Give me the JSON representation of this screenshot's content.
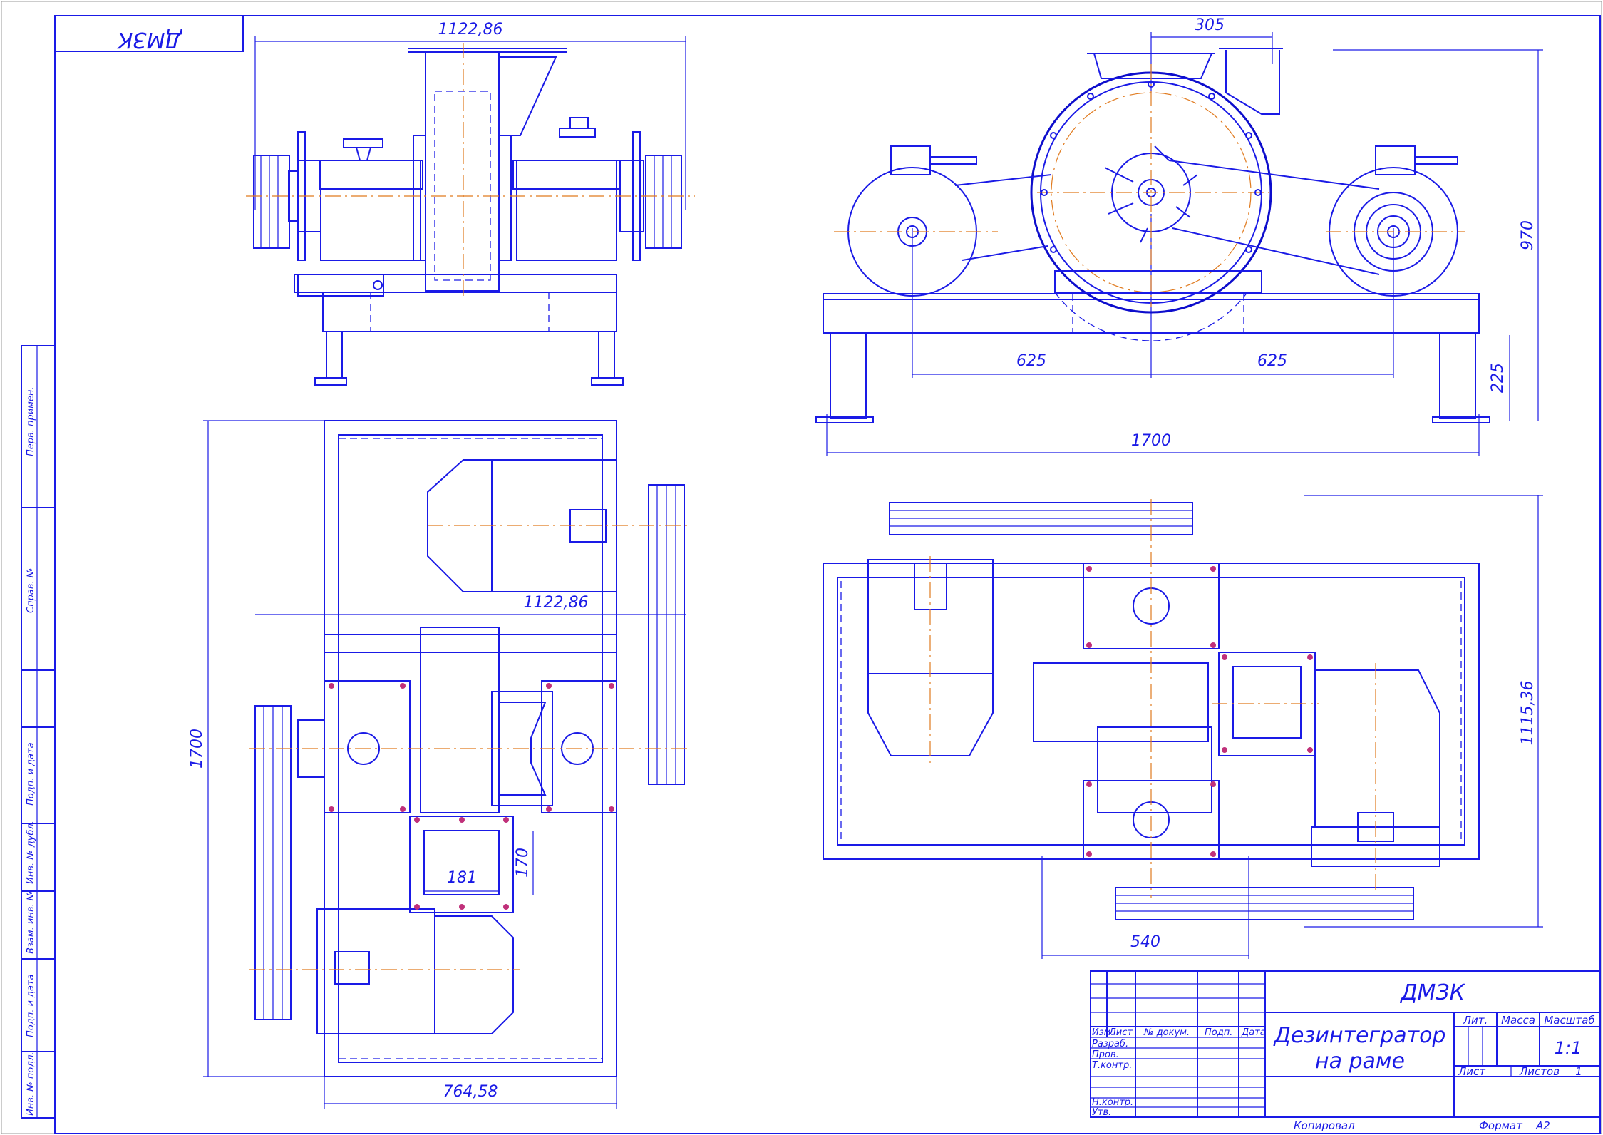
{
  "drawing": {
    "code": "ДМЗК",
    "code_mirrored": "ДМЗК",
    "title_line1": "Дезинтегратор",
    "title_line2": "на раме",
    "scale": "1:1",
    "sheets_total": "1",
    "copied_label": "Копировал",
    "format_label": "Формат",
    "format_value": "А2"
  },
  "stamp_labels": {
    "izm": "Изм.",
    "list": "Лист",
    "doc_no": "№ докум.",
    "podp": "Подп.",
    "date": "Дата",
    "razrab": "Разраб.",
    "prov": "Пров.",
    "tkontr": "Т.контр.",
    "nkontr": "Н.контр.",
    "utv": "Утв.",
    "lit": "Лит.",
    "massa": "Масса",
    "masshtab": "Масштаб",
    "list2": "Лист",
    "listov": "Листов"
  },
  "side_labels": {
    "perv_primen": "Перв. примен.",
    "sprav_no": "Справ. №",
    "podp_data_1": "Подп. и дата",
    "inv_dubl": "Инв. № дубл.",
    "vzam_inv": "Взам. инв. №",
    "podp_data_2": "Подп. и дата",
    "inv_podl": "Инв. № подл."
  },
  "dimensions": {
    "front_width": "1122,86",
    "side_top": "305",
    "side_height": "970",
    "side_left": "625",
    "side_right": "625",
    "side_leg": "225",
    "side_length": "1700",
    "plan_height": "1700",
    "plan_mid_width": "1122,86",
    "plan_port_w": "181",
    "plan_port_h": "170",
    "plan_base_width": "764,58",
    "plan2_depth": "1115,36",
    "plan2_width": "540"
  },
  "colors": {
    "line": "#1a1ae6",
    "center_line": "#e07a1e",
    "bolt": "#c0307a"
  }
}
